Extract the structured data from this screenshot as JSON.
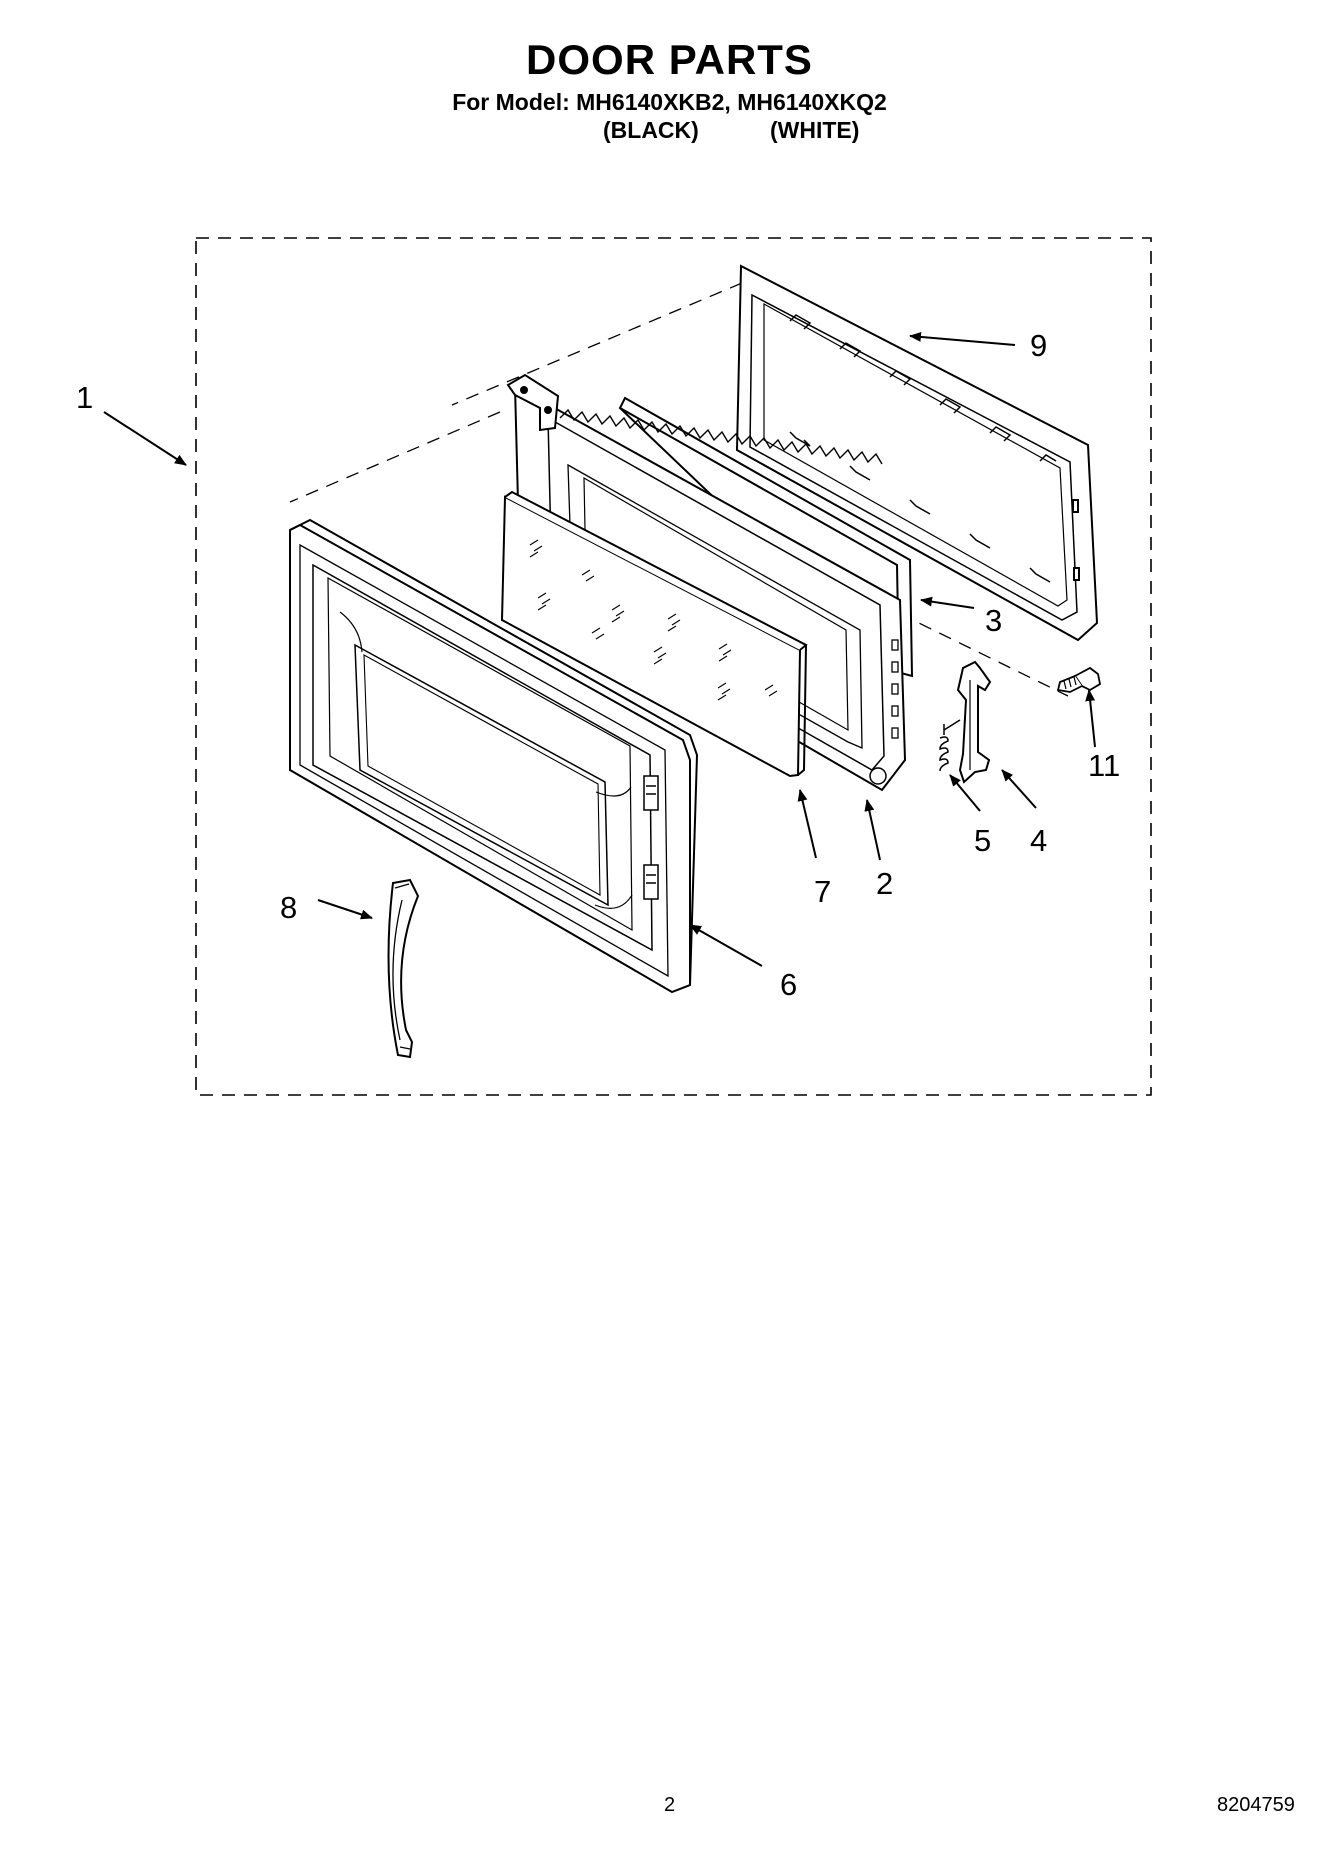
{
  "header": {
    "title": "DOOR PARTS",
    "model_line": "For Model: MH6140XKB2, MH6140XKQ2",
    "variants": [
      "(BLACK)",
      "(WHITE)"
    ]
  },
  "callouts": {
    "c1": "1",
    "c2": "2",
    "c3": "3",
    "c4": "4",
    "c5": "5",
    "c6": "6",
    "c7": "7",
    "c8": "8",
    "c9": "9",
    "c11": "11"
  },
  "footer": {
    "page_number": "2",
    "document_number": "8204759"
  }
}
